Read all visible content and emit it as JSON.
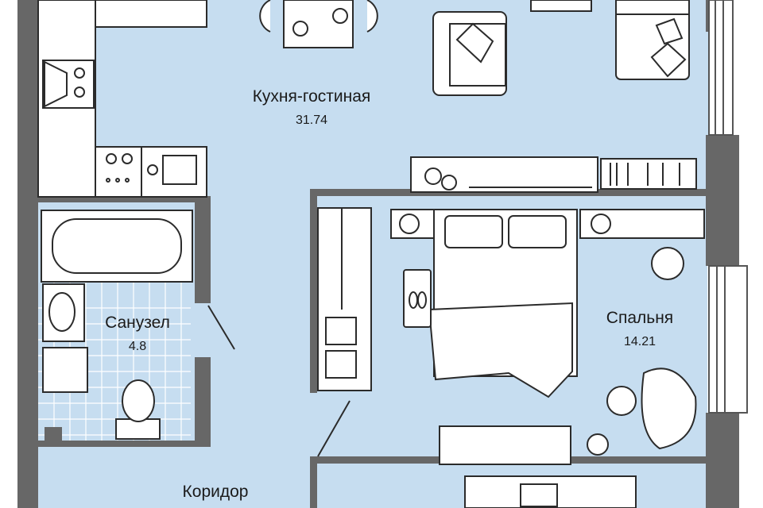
{
  "colors": {
    "floor": "#c6ddf0",
    "wall": "#676767",
    "furniture_fill": "#ffffff",
    "furniture_stroke": "#2b2b2b",
    "tile_line": "#ffffff",
    "window_glass": "#ffffff"
  },
  "rooms": {
    "kitchen": {
      "name": "Кухня-гостиная",
      "area": "31.74"
    },
    "bathroom": {
      "name": "Санузел",
      "area": "4.8"
    },
    "bedroom": {
      "name": "Спальня",
      "area": "14.21"
    },
    "hallway": {
      "name": "Коридор"
    }
  },
  "icons": [
    "kitchen-cabinets-icon",
    "stove-icon",
    "sink-icon",
    "dining-table-icon",
    "armchair-icon",
    "sofa-icon",
    "tv-console-icon",
    "plant-icon",
    "bookshelf-icon",
    "wardrobe-icon",
    "bed-icon",
    "nightstand-icon",
    "slippers-icon",
    "desk-icon",
    "lamp-icon",
    "rocking-chair-icon",
    "bathtub-icon",
    "washbasin-icon",
    "washing-machine-icon",
    "toilet-icon",
    "laptop-icon",
    "door-icon",
    "window-icon"
  ]
}
